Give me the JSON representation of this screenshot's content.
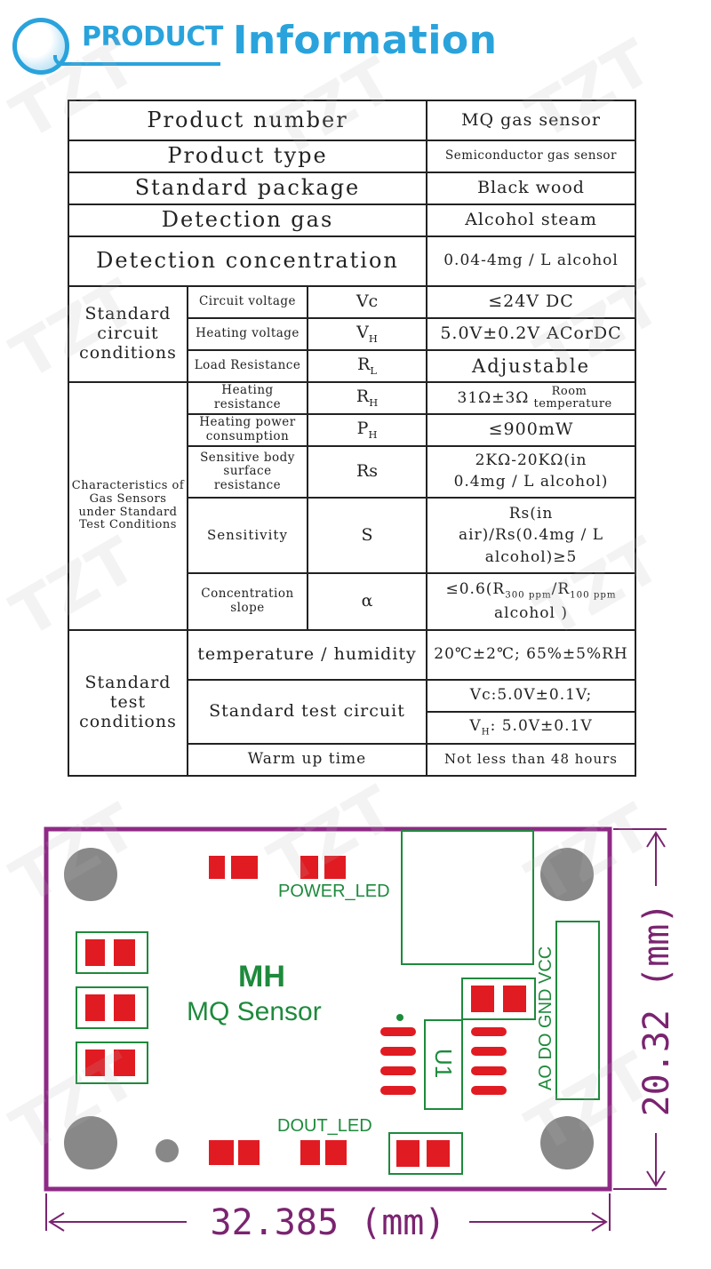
{
  "header": {
    "product": "PRODUCT",
    "information": "Information"
  },
  "table": {
    "product_number": {
      "label": "Product number",
      "value": "MQ gas sensor"
    },
    "product_type": {
      "label": "Product type",
      "value": "Semiconductor gas sensor"
    },
    "standard_package": {
      "label": "Standard package",
      "value": "Black wood"
    },
    "detection_gas": {
      "label": "Detection gas",
      "value": "Alcohol steam"
    },
    "detection_concentration": {
      "label": "Detection concentration",
      "value": "0.04-4mg / L alcohol"
    },
    "circuit_conditions": {
      "group": "Standard circuit conditions",
      "rows": [
        {
          "label": "Circuit voltage",
          "symbol": "Vc",
          "value": "≤24V  DC"
        },
        {
          "label": "Heating voltage",
          "symbol": "V",
          "sub": "H",
          "value": "5.0V±0.2V ACorDC"
        },
        {
          "label": "Load Resistance",
          "symbol": "R",
          "sub": "L",
          "value": "Adjustable"
        }
      ]
    },
    "characteristics": {
      "group": "Characteristics of Gas Sensors under Standard Test Conditions",
      "heating_resistance": {
        "label": "Heating resistance",
        "symbol": "R",
        "sub": "H",
        "value": "31Ω±3Ω",
        "note": "Room temperature"
      },
      "heating_power": {
        "label": "Heating power consumption",
        "symbol": "P",
        "sub": "H",
        "value": "≤900mW"
      },
      "sensitive_body": {
        "label": "Sensitive body surface resistance",
        "symbol": "Rs",
        "value_line1": "2KΩ-20KΩ(in",
        "value_line2": "0.4mg / L alcohol)"
      },
      "sensitivity": {
        "label": "Sensitivity",
        "symbol": "S",
        "value_line1": "Rs(in",
        "value_line2": "air)/Rs(0.4mg / L",
        "value_line3": "alcohol)≥5"
      },
      "slope": {
        "label": "Concentration slope",
        "symbol": "α",
        "value_prefix": "≤0.6(R",
        "sub1": "300 ppm",
        "value_mid": "/R",
        "sub2": "100 ppm",
        "value_line2": "alcohol )"
      }
    },
    "test_conditions": {
      "group": "Standard test conditions",
      "temp_humidity": {
        "label": "temperature / humidity",
        "value": "20℃±2℃; 65%±5%RH"
      },
      "test_circuit": {
        "label": "Standard test circuit",
        "value1": "Vc:5.0V±0.1V;",
        "value2_prefix": "V",
        "value2_sub": "H",
        "value2_rest": ": 5.0V±0.1V"
      },
      "warm_up": {
        "label": "Warm up time",
        "value": "Not less than 48 hours"
      }
    }
  },
  "pcb": {
    "power_led": "POWER_LED",
    "dout_led": "DOUT_LED",
    "brand": "MH",
    "name": "MQ Sensor",
    "chip": "U1",
    "pin_labels": "AO DO GND VCC",
    "width_dim": "32.385 (mm)",
    "height_dim": "20.32 (mm)",
    "colors": {
      "board": "#8e2a86",
      "pad": "#e11b22",
      "hole": "#888888",
      "text": "#1e8a3c",
      "dim": "#7a2470"
    }
  },
  "watermark": "TZT"
}
